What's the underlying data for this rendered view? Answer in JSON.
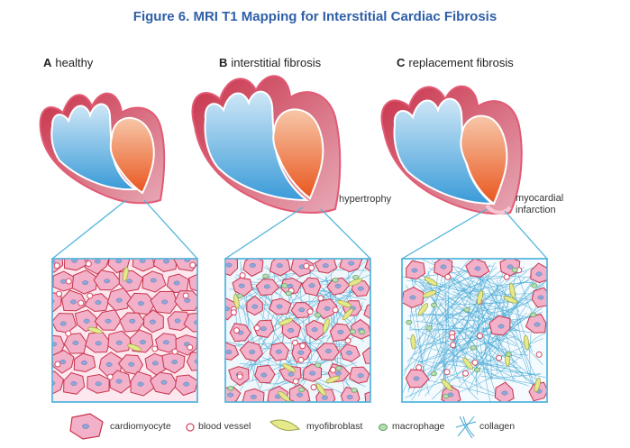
{
  "title": "Figure 6. MRI T1 Mapping for Interstitial  Cardiac Fibrosis",
  "panels": [
    {
      "letter": "A",
      "label": "healthy"
    },
    {
      "letter": "B",
      "label": "interstitial fibrosis"
    },
    {
      "letter": "C",
      "label": "replacement fibrosis"
    }
  ],
  "annotations": {
    "hypertrophy": "hypertrophy",
    "infarction_line1": "myocardial",
    "infarction_line2": "infarction"
  },
  "legend": {
    "cardiomyocyte": "cardiomyocyte",
    "blood_vessel": "blood vessel",
    "myofibroblast": "myofibroblast",
    "macrophage": "macrophage",
    "collagen": "collagen"
  },
  "colors": {
    "title": "#2f5fa8",
    "myocardium": "#c8324a",
    "left_chambers": "#5aaee0",
    "right_chamber": "#ee6a2a",
    "cardiomyocyte": "#f3b1c9",
    "cell_nucleus": "#8fa7d8",
    "myofibroblast": "#e6e98a",
    "macrophage": "#b7dcb5",
    "collagen": "#46a9d6",
    "zoom_lines": "#52b5dd"
  }
}
